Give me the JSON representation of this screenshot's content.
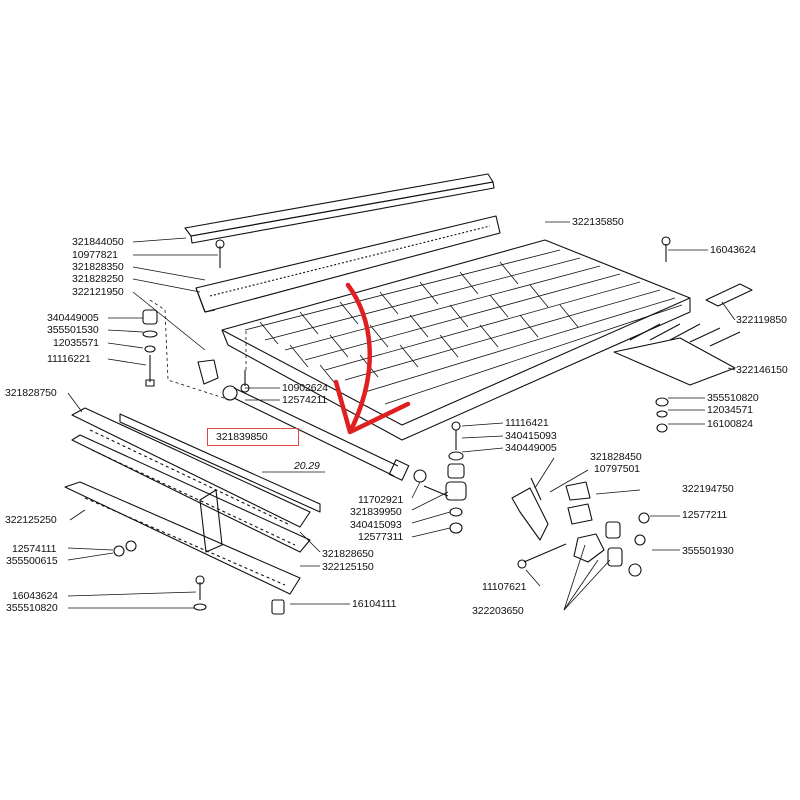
{
  "part_labels": [
    "321844050",
    "10977821",
    "321828350",
    "321828250",
    "322121950",
    "340449005",
    "355501530",
    "12035571",
    "11116221",
    "322135850",
    "16043624",
    "322119850",
    "322146150",
    "355510820",
    "12034571",
    "16100824",
    "10902624",
    "12574211",
    "321839850",
    "20.29",
    "321828750",
    "11116421",
    "340415093",
    "340449005",
    "321828450",
    "10797501",
    "322194750",
    "11702921",
    "321839950",
    "340415093",
    "12577311",
    "12577211",
    "355501930",
    "322125250",
    "12574111",
    "355500615",
    "321828650",
    "322125150",
    "16043624",
    "355510820",
    "16104111",
    "11107621",
    "322203650"
  ],
  "highlighted_part": "321839850",
  "colors": {
    "highlight_box": "#e04848",
    "arrow": "#e02020",
    "ink": "#111111"
  }
}
